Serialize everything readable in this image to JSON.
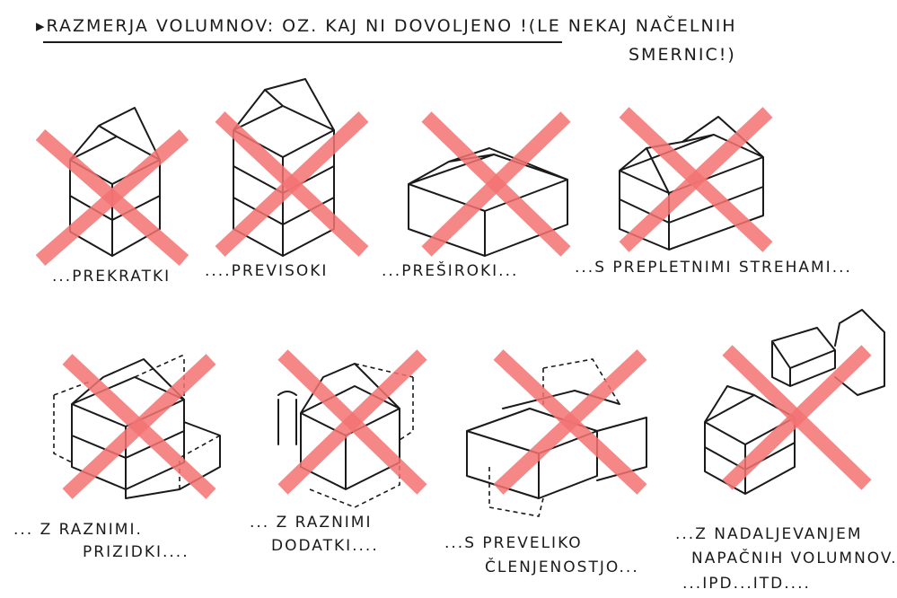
{
  "title": {
    "line1": "▸RAZMERJA VOLUMNOV: OZ. KAJ NI DOVOLJENO !(LE NEKAJ NAČELNIH",
    "line2": "SMERNIC!)"
  },
  "panels": [
    {
      "id": "prekratki",
      "label": "...PREKRATKI"
    },
    {
      "id": "previsoki",
      "label": "....PREVISOKI"
    },
    {
      "id": "presiroki",
      "label": "...PREŠIROKI..."
    },
    {
      "id": "prepletuni",
      "label": "...S PREPLETNIMI STREHAMI..."
    },
    {
      "id": "priziduki",
      "label_line1": "... Z RAZNIMI.",
      "label_line2": "PRIZIDKI...."
    },
    {
      "id": "dodatki",
      "label_line1": "... Z RAZNIMI",
      "label_line2": "DODATKI...."
    },
    {
      "id": "clenjenost",
      "label_line1": "...S PREVELIKO",
      "label_line2": "ČLENJENOSTJO..."
    },
    {
      "id": "nadaljevanje",
      "label_line1": "...Z NADALJEVANJEM",
      "label_line2": "NAPAČNIH VOLUMNOV...",
      "label_line3": "...IPD...ITD...."
    }
  ],
  "colors": {
    "cross": "#f47373",
    "ink": "#1a1a1a"
  },
  "icons": {
    "cross": "cross-mark-icon",
    "bullet": "triangle-bullet-icon"
  }
}
